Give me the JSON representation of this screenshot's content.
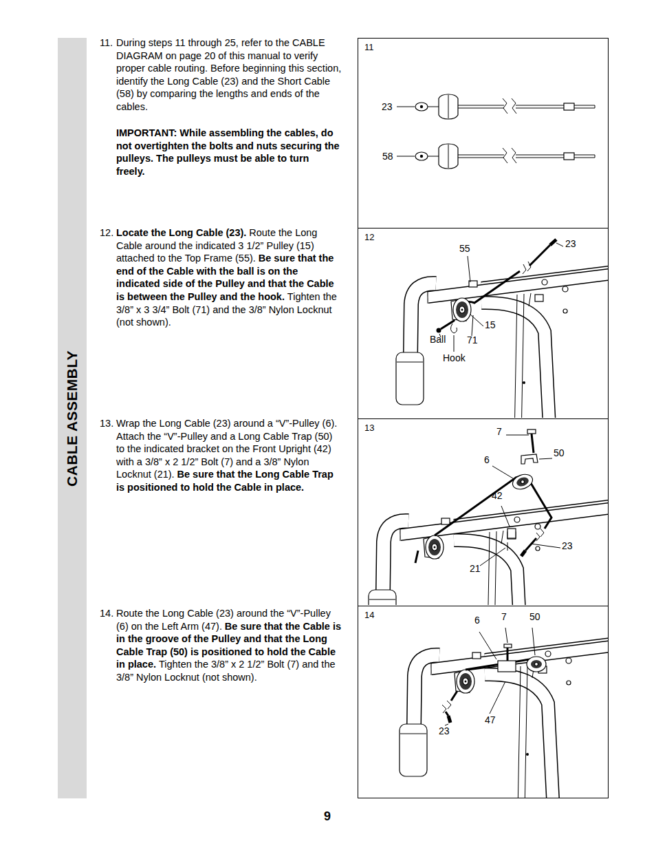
{
  "diagram": {
    "nodes": [
      {
        "text": [
          "CABLE ASSEMBLY"
        ]
      },
      {
        "text": [
          "11"
        ]
      },
      {
        "text": [
          "12"
        ]
      },
      {
        "text": [
          "13"
        ]
      },
      {
        "text": [
          "14"
        ]
      }
    ],
    "labels": [
      "11.",
      "During steps 11 through 25, refer to the CABLE DIAGRAM on page 20 of this manual to verify proper cable routing. Before beginning this section, identify the Long Cable (23) and the Short Cable (58) by comparing the lengths and ends of the cables.",
      "IMPORTANT: While assembling the cables, do not overtighten the bolts and nuts securing the pulleys. The pulleys must be able to turn freely.",
      "12.",
      "Locate the Long Cable (23).",
      "Route the Long Cable around the indicated 3 1/2” Pulley (15) attached to the Top Frame (55).",
      "Be sure that the end of the Cable with the ball is on the indicated side of the Pulley and that the Cable is between the Pulley and the hook.",
      "Tighten the 3/8” x 3 3/4” Bolt (71) and the 3/8” Nylon Locknut (not shown).",
      "13.",
      "Wrap the Long Cable (23) around a “V”-Pulley (6). Attach the “V”-Pulley and a Long Cable Trap (50) to the indicated bracket on the Front Upright (42) with a 3/8” x 2 1/2” Bolt (7) and a 3/8” Nylon Locknut (21).",
      "Be sure that the Long Cable Trap is positioned to hold the Cable in place.",
      "14.",
      "Route the Long Cable (23) around the “V”-Pulley (6) on the Left Arm (47).",
      "Be sure that the Cable is in the groove of the Pulley and that the Long Cable Trap (50) is positioned to hold the Cable in place.",
      "Tighten the 3/8” x 2 1/2” Bolt (7) and the 3/8” Nylon Locknut (not shown).",
      "23",
      "58",
      "55",
      "23",
      "15",
      "Ball",
      "71",
      "Hook",
      "7",
      "50",
      "6",
      "42",
      "23",
      "21",
      "6",
      "7",
      "50",
      "23",
      "47",
      "9"
    ]
  }
}
